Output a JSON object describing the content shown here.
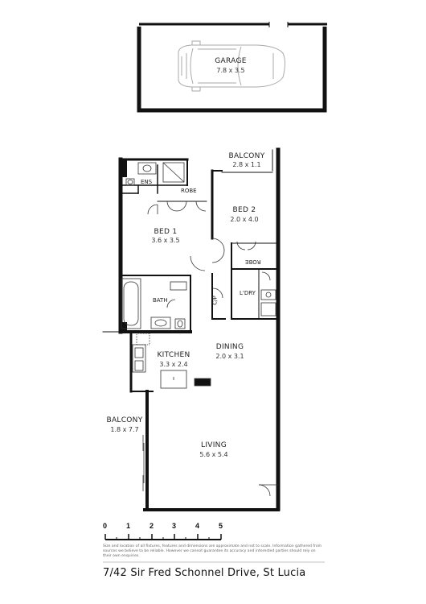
{
  "rooms": {
    "garage": {
      "name": "GARAGE",
      "dims": "7.8 x 3.5"
    },
    "balcony_top": {
      "name": "BALCONY",
      "dims": "2.8 x 1.1"
    },
    "bed2": {
      "name": "BED 2",
      "dims": "2.0 x 4.0"
    },
    "bed1": {
      "name": "BED 1",
      "dims": "3.6 x 3.5"
    },
    "ens": {
      "name": "ENS"
    },
    "robe1": {
      "name": "ROBE"
    },
    "robe2": {
      "name": "ROBE"
    },
    "bath": {
      "name": "BATH"
    },
    "cup": {
      "name": "C/P"
    },
    "ldry": {
      "name": "L'DRY"
    },
    "kitchen": {
      "name": "KITCHEN",
      "dims": "3.3 x 2.4"
    },
    "dining": {
      "name": "DINING",
      "dims": "2.0 x 3.1"
    },
    "balcony_side": {
      "name": "BALCONY",
      "dims": "1.8 x 7.7"
    },
    "living": {
      "name": "LIVING",
      "dims": "5.6 x 5.4"
    }
  },
  "scale_bar": {
    "labels": [
      "0",
      "1",
      "2",
      "3",
      "4",
      "5"
    ]
  },
  "disclaimer": "Size and location of all fixtures, features and dimensions are approximate and not to scale. Information gathered from sources we believe to be reliable. However we cannot guarantee its accuracy and interested parties should rely on their own enquiries.",
  "address": "7/42 Sir Fred Schonnel Drive, St Lucia"
}
